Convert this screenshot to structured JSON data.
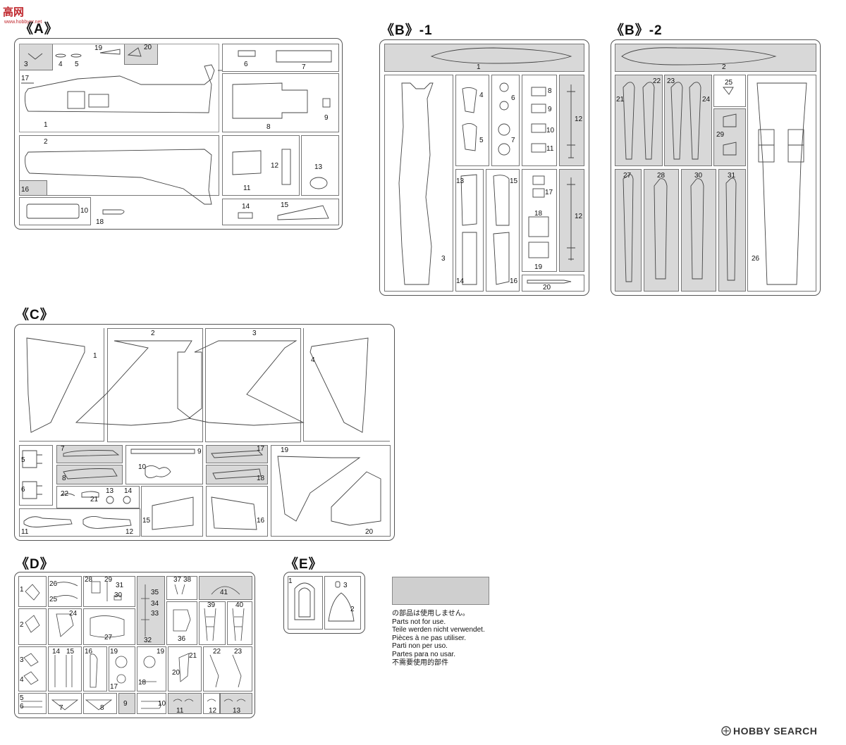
{
  "watermark": {
    "logo": "高网",
    "url": "www.hobbyer.net"
  },
  "sprues": {
    "A": {
      "title": "《A》",
      "numbers": [
        "1",
        "2",
        "3",
        "4",
        "5",
        "6",
        "7",
        "8",
        "9",
        "10",
        "11",
        "12",
        "13",
        "14",
        "15",
        "16",
        "17",
        "18",
        "19",
        "20"
      ]
    },
    "B1": {
      "title": "《B》-1",
      "numbers": [
        "1",
        "3",
        "4",
        "5",
        "6",
        "7",
        "8",
        "9",
        "10",
        "11",
        "12",
        "13",
        "14",
        "15",
        "16",
        "17",
        "18",
        "19",
        "20",
        "12"
      ]
    },
    "B2": {
      "title": "《B》-2",
      "numbers": [
        "2",
        "21",
        "22",
        "23",
        "24",
        "25",
        "26",
        "27",
        "28",
        "29",
        "30",
        "31"
      ]
    },
    "C": {
      "title": "《C》",
      "numbers": [
        "1",
        "2",
        "3",
        "4",
        "5",
        "6",
        "7",
        "8",
        "9",
        "10",
        "11",
        "12",
        "13",
        "14",
        "15",
        "16",
        "17",
        "18",
        "19",
        "20",
        "21",
        "22"
      ]
    },
    "D": {
      "title": "《D》",
      "numbers": [
        "1",
        "2",
        "3",
        "4",
        "5",
        "6",
        "7",
        "8",
        "9",
        "10",
        "11",
        "12",
        "13",
        "14",
        "15",
        "16",
        "17",
        "18",
        "19",
        "19",
        "20",
        "21",
        "22",
        "23",
        "24",
        "25",
        "26",
        "27",
        "28",
        "29",
        "30",
        "31",
        "32",
        "33",
        "34",
        "35",
        "36",
        "37",
        "38",
        "39",
        "40",
        "41"
      ]
    },
    "E": {
      "title": "《E》",
      "numbers": [
        "1",
        "2",
        "3"
      ]
    }
  },
  "legend": {
    "lines": [
      "の部品は使用しません。",
      "Parts not for use.",
      "Teile werden nicht verwendet.",
      "Pièces à ne pas utiliser.",
      "Parti non per uso.",
      "Partes para no usar.",
      "不需要使用的部件"
    ]
  },
  "footer": {
    "brand": "HOBBY SEARCH"
  },
  "colors": {
    "unused_part_fill": "#d8d8d8",
    "line": "#555555",
    "brand_red": "#c0282e"
  }
}
